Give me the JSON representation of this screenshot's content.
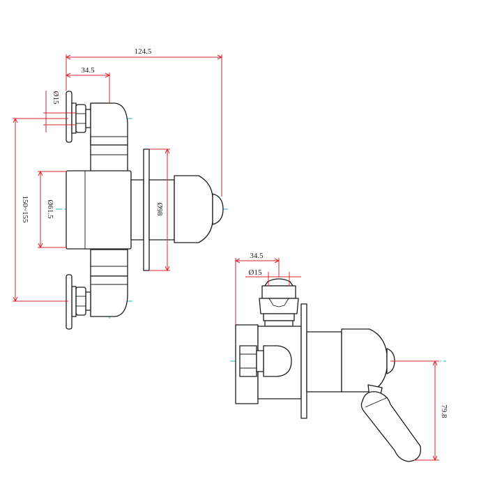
{
  "colors": {
    "outline": "#1a1a1a",
    "dimension": "#d9262c",
    "centerline": "#19b3c6",
    "background": "#ffffff"
  },
  "front_view": {
    "dims": {
      "overall_depth": "124.5",
      "inlet_offset": "34.5",
      "inlet_dia": "Ø15",
      "centers": "150~155",
      "body_dia": "Ø61.5",
      "plate_dia": "Ø98"
    }
  },
  "side_view": {
    "dims": {
      "inlet_offset": "34.5",
      "inlet_dia": "Ø15",
      "handle_drop": "79.8"
    }
  }
}
